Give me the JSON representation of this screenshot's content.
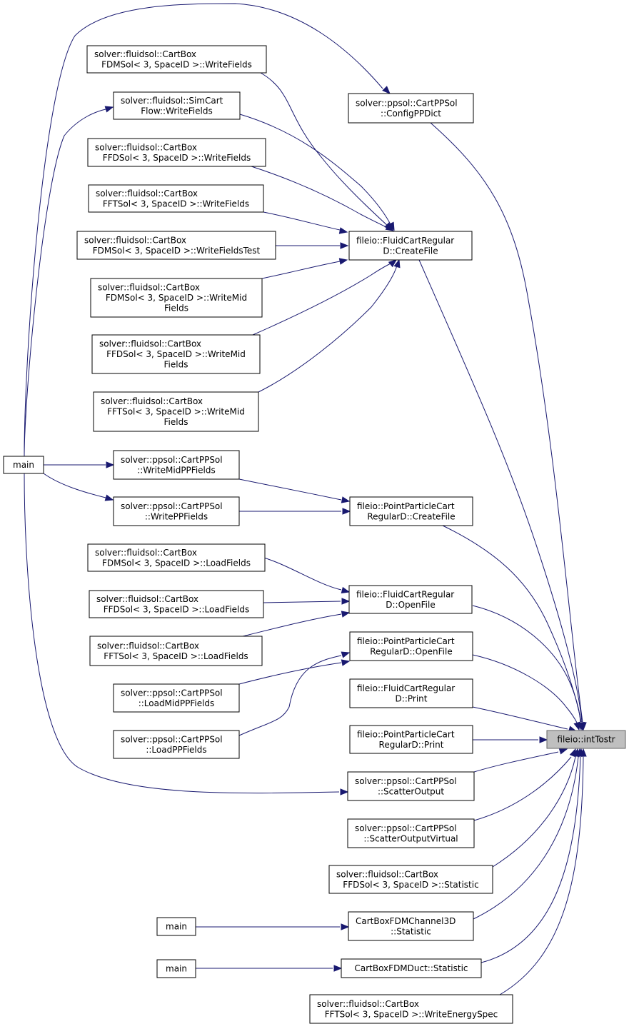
{
  "nodes": [
    {
      "id": "intTostr",
      "lines": [
        "fileio::intTostr"
      ]
    },
    {
      "id": "main1",
      "lines": [
        "main"
      ]
    },
    {
      "id": "main2",
      "lines": [
        "main"
      ]
    },
    {
      "id": "main3",
      "lines": [
        "main"
      ]
    },
    {
      "id": "fdm_writefields",
      "lines": [
        "solver::fluidsol::CartBox",
        "FDMSol< 3, SpaceID >::WriteFields"
      ]
    },
    {
      "id": "simcart_writefields",
      "lines": [
        "solver::fluidsol::SimCart",
        "Flow::WriteFields"
      ]
    },
    {
      "id": "ffd_writefields",
      "lines": [
        "solver::fluidsol::CartBox",
        "FFDSol< 3, SpaceID >::WriteFields"
      ]
    },
    {
      "id": "fft_writefields",
      "lines": [
        "solver::fluidsol::CartBox",
        "FFTSol< 3, SpaceID >::WriteFields"
      ]
    },
    {
      "id": "fdm_writefieldstest",
      "lines": [
        "solver::fluidsol::CartBox",
        "FDMSol< 3, SpaceID >::WriteFieldsTest"
      ]
    },
    {
      "id": "fdm_writemid",
      "lines": [
        "solver::fluidsol::CartBox",
        "FDMSol< 3, SpaceID >::WriteMid",
        "Fields"
      ]
    },
    {
      "id": "ffd_writemid",
      "lines": [
        "solver::fluidsol::CartBox",
        "FFDSol< 3, SpaceID >::WriteMid",
        "Fields"
      ]
    },
    {
      "id": "fft_writemid",
      "lines": [
        "solver::fluidsol::CartBox",
        "FFTSol< 3, SpaceID >::WriteMid",
        "Fields"
      ]
    },
    {
      "id": "configppdict",
      "lines": [
        "solver::ppsol::CartPPSol",
        "::ConfigPPDict"
      ]
    },
    {
      "id": "fluid_createfile",
      "lines": [
        "fileio::FluidCartRegular",
        "D::CreateFile"
      ]
    },
    {
      "id": "writemidppfields",
      "lines": [
        "solver::ppsol::CartPPSol",
        "::WriteMidPPFields"
      ]
    },
    {
      "id": "writeppfields",
      "lines": [
        "solver::ppsol::CartPPSol",
        "::WritePPFields"
      ]
    },
    {
      "id": "pp_createfile",
      "lines": [
        "fileio::PointParticleCart",
        "RegularD::CreateFile"
      ]
    },
    {
      "id": "fdm_loadfields",
      "lines": [
        "solver::fluidsol::CartBox",
        "FDMSol< 3, SpaceID >::LoadFields"
      ]
    },
    {
      "id": "ffd_loadfields",
      "lines": [
        "solver::fluidsol::CartBox",
        "FFDSol< 3, SpaceID >::LoadFields"
      ]
    },
    {
      "id": "fft_loadfields",
      "lines": [
        "solver::fluidsol::CartBox",
        "FFTSol< 3, SpaceID >::LoadFields"
      ]
    },
    {
      "id": "fluid_openfile",
      "lines": [
        "fileio::FluidCartRegular",
        "D::OpenFile"
      ]
    },
    {
      "id": "pp_openfile",
      "lines": [
        "fileio::PointParticleCart",
        "RegularD::OpenFile"
      ]
    },
    {
      "id": "loadmidppfields",
      "lines": [
        "solver::ppsol::CartPPSol",
        "::LoadMidPPFields"
      ]
    },
    {
      "id": "loadppfields",
      "lines": [
        "solver::ppsol::CartPPSol",
        "::LoadPPFields"
      ]
    },
    {
      "id": "fluid_print",
      "lines": [
        "fileio::FluidCartRegular",
        "D::Print"
      ]
    },
    {
      "id": "pp_print",
      "lines": [
        "fileio::PointParticleCart",
        "RegularD::Print"
      ]
    },
    {
      "id": "scatteroutput",
      "lines": [
        "solver::ppsol::CartPPSol",
        "::ScatterOutput"
      ]
    },
    {
      "id": "scatteroutputvirtual",
      "lines": [
        "solver::ppsol::CartPPSol",
        "::ScatterOutputVirtual"
      ]
    },
    {
      "id": "ffd_statistic",
      "lines": [
        "solver::fluidsol::CartBox",
        "FFDSol< 3, SpaceID >::Statistic"
      ]
    },
    {
      "id": "channel_statistic",
      "lines": [
        "CartBoxFDMChannel3D",
        "::Statistic"
      ]
    },
    {
      "id": "duct_statistic",
      "lines": [
        "CartBoxFDMDuct::Statistic"
      ]
    },
    {
      "id": "fft_writeenergyspec",
      "lines": [
        "solver::fluidsol::CartBox",
        "FFTSol< 3, SpaceID >::WriteEnergySpec"
      ]
    }
  ],
  "edges": [
    {
      "from": "fdm_writefields",
      "to": "fluid_createfile"
    },
    {
      "from": "simcart_writefields",
      "to": "fluid_createfile"
    },
    {
      "from": "ffd_writefields",
      "to": "fluid_createfile"
    },
    {
      "from": "fft_writefields",
      "to": "fluid_createfile"
    },
    {
      "from": "fdm_writefieldstest",
      "to": "fluid_createfile"
    },
    {
      "from": "fdm_writemid",
      "to": "fluid_createfile"
    },
    {
      "from": "ffd_writemid",
      "to": "fluid_createfile"
    },
    {
      "from": "fft_writemid",
      "to": "fluid_createfile"
    },
    {
      "from": "main1",
      "to": "configppdict"
    },
    {
      "from": "main1",
      "to": "simcart_writefields"
    },
    {
      "from": "main1",
      "to": "writemidppfields"
    },
    {
      "from": "main1",
      "to": "writeppfields"
    },
    {
      "from": "main1",
      "to": "scatteroutput"
    },
    {
      "from": "writemidppfields",
      "to": "pp_createfile"
    },
    {
      "from": "writeppfields",
      "to": "pp_createfile"
    },
    {
      "from": "fdm_loadfields",
      "to": "fluid_openfile"
    },
    {
      "from": "ffd_loadfields",
      "to": "fluid_openfile"
    },
    {
      "from": "fft_loadfields",
      "to": "fluid_openfile"
    },
    {
      "from": "loadmidppfields",
      "to": "pp_openfile"
    },
    {
      "from": "loadppfields",
      "to": "pp_openfile"
    },
    {
      "from": "main2",
      "to": "channel_statistic"
    },
    {
      "from": "main3",
      "to": "duct_statistic"
    },
    {
      "from": "configppdict",
      "to": "intTostr"
    },
    {
      "from": "fluid_createfile",
      "to": "intTostr"
    },
    {
      "from": "pp_createfile",
      "to": "intTostr"
    },
    {
      "from": "fluid_openfile",
      "to": "intTostr"
    },
    {
      "from": "pp_openfile",
      "to": "intTostr"
    },
    {
      "from": "fluid_print",
      "to": "intTostr"
    },
    {
      "from": "pp_print",
      "to": "intTostr"
    },
    {
      "from": "scatteroutput",
      "to": "intTostr"
    },
    {
      "from": "scatteroutputvirtual",
      "to": "intTostr"
    },
    {
      "from": "ffd_statistic",
      "to": "intTostr"
    },
    {
      "from": "channel_statistic",
      "to": "intTostr"
    },
    {
      "from": "duct_statistic",
      "to": "intTostr"
    },
    {
      "from": "fft_writeenergyspec",
      "to": "intTostr"
    }
  ],
  "colors": {
    "edge": "#191970",
    "root_fill": "#bfbfbf",
    "root_stroke": "#666666",
    "node_fill": "#ffffff",
    "node_stroke": "#000000"
  }
}
